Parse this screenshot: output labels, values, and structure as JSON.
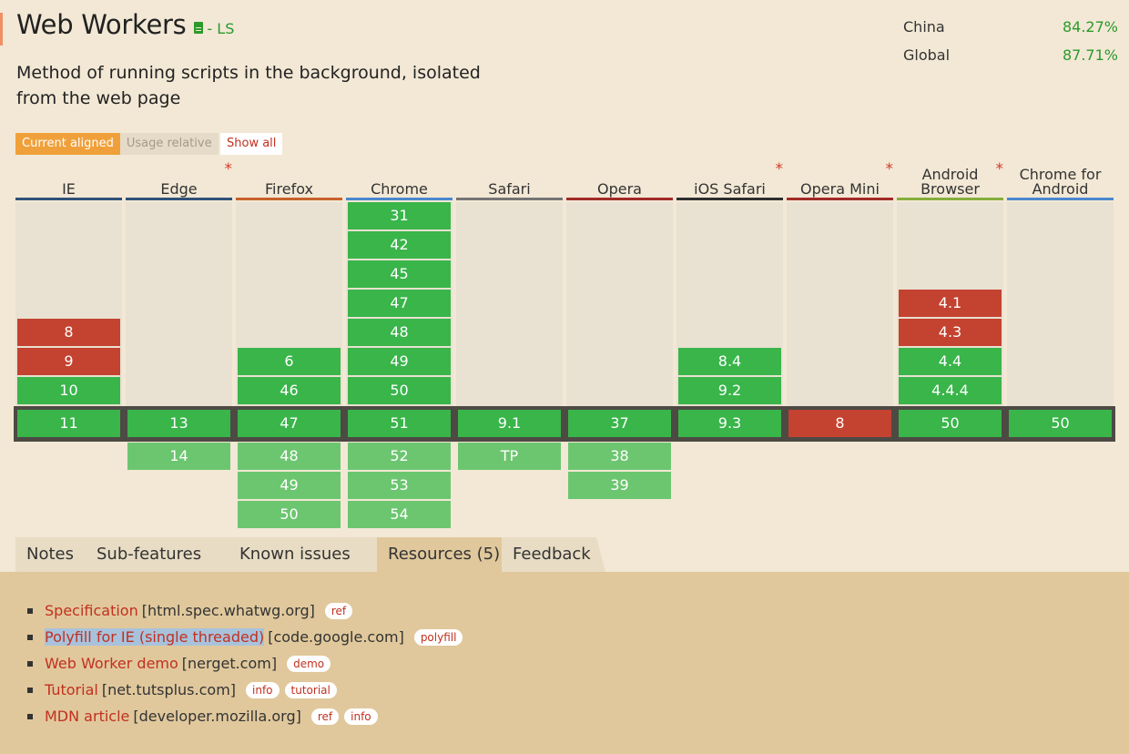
{
  "feature": {
    "title": "Web Workers",
    "status": "- LS",
    "description": "Method of running scripts in the background, isolated from the web page"
  },
  "usage": [
    {
      "region": "China",
      "percent": "84.27%"
    },
    {
      "region": "Global",
      "percent": "87.71%"
    }
  ],
  "toggles": {
    "current": "Current aligned",
    "usage": "Usage relative",
    "show_all": "Show all"
  },
  "colors": {
    "supported": "#39b54a",
    "unsupported": "#c44230",
    "future": "#6cc670",
    "accent": "#f0a03a",
    "link": "#c2301f"
  },
  "browsers": [
    {
      "name": "IE",
      "color": "#2f5178",
      "star": false,
      "past": [
        {
          "v": "8",
          "s": "n"
        },
        {
          "v": "9",
          "s": "n"
        },
        {
          "v": "10",
          "s": "y"
        }
      ],
      "current": {
        "v": "11",
        "s": "y"
      },
      "future": []
    },
    {
      "name": "Edge",
      "color": "#2f5178",
      "star": true,
      "past": [],
      "current": {
        "v": "13",
        "s": "y"
      },
      "future": [
        "14"
      ]
    },
    {
      "name": "Firefox",
      "color": "#c6612b",
      "star": false,
      "past": [
        {
          "v": "6",
          "s": "y"
        },
        {
          "v": "46",
          "s": "y"
        }
      ],
      "current": {
        "v": "47",
        "s": "y"
      },
      "future": [
        "48",
        "49",
        "50"
      ]
    },
    {
      "name": "Chrome",
      "color": "#4a87cf",
      "star": false,
      "past": [
        {
          "v": "31",
          "s": "y"
        },
        {
          "v": "42",
          "s": "y"
        },
        {
          "v": "45",
          "s": "y"
        },
        {
          "v": "47",
          "s": "y"
        },
        {
          "v": "48",
          "s": "y"
        },
        {
          "v": "49",
          "s": "y"
        },
        {
          "v": "50",
          "s": "y"
        }
      ],
      "current": {
        "v": "51",
        "s": "y"
      },
      "future": [
        "52",
        "53",
        "54"
      ]
    },
    {
      "name": "Safari",
      "color": "#757575",
      "star": false,
      "past": [],
      "current": {
        "v": "9.1",
        "s": "y"
      },
      "future": [
        "TP"
      ]
    },
    {
      "name": "Opera",
      "color": "#a12b27",
      "star": false,
      "past": [],
      "current": {
        "v": "37",
        "s": "y"
      },
      "future": [
        "38",
        "39"
      ]
    },
    {
      "name": "iOS Safari",
      "color": "#2e2e2e",
      "star": true,
      "past": [
        {
          "v": "8.4",
          "s": "y"
        },
        {
          "v": "9.2",
          "s": "y"
        }
      ],
      "current": {
        "v": "9.3",
        "s": "y"
      },
      "future": []
    },
    {
      "name": "Opera Mini",
      "color": "#a12b27",
      "star": true,
      "past": [],
      "current": {
        "v": "8",
        "s": "n"
      },
      "future": []
    },
    {
      "name": "Android Browser",
      "color": "#85ae3c",
      "star": true,
      "past": [
        {
          "v": "4.1",
          "s": "n"
        },
        {
          "v": "4.3",
          "s": "n"
        },
        {
          "v": "4.4",
          "s": "y"
        },
        {
          "v": "4.4.4",
          "s": "y"
        }
      ],
      "current": {
        "v": "50",
        "s": "y"
      },
      "future": []
    },
    {
      "name": "Chrome for Android",
      "color": "#4a87cf",
      "star": false,
      "past": [],
      "current": {
        "v": "50",
        "s": "y"
      },
      "future": []
    }
  ],
  "tabs": [
    {
      "label": "Notes",
      "active": false
    },
    {
      "label": "Sub-features (1)",
      "active": false
    },
    {
      "label": "Known issues (0)",
      "active": false
    },
    {
      "label": "Resources (5)",
      "active": true
    },
    {
      "label": "Feedback",
      "active": false
    }
  ],
  "resources": [
    {
      "link": "Specification",
      "host": "[html.spec.whatwg.org]",
      "tags": [
        "ref"
      ],
      "selected": false
    },
    {
      "link": "Polyfill for IE (single threaded)",
      "host": "[code.google.com]",
      "tags": [
        "polyfill"
      ],
      "selected": true
    },
    {
      "link": "Web Worker demo",
      "host": "[nerget.com]",
      "tags": [
        "demo"
      ],
      "selected": false
    },
    {
      "link": "Tutorial",
      "host": "[net.tutsplus.com]",
      "tags": [
        "info",
        "tutorial"
      ],
      "selected": false
    },
    {
      "link": "MDN article",
      "host": "[developer.mozilla.org]",
      "tags": [
        "ref",
        "info"
      ],
      "selected": false
    }
  ]
}
